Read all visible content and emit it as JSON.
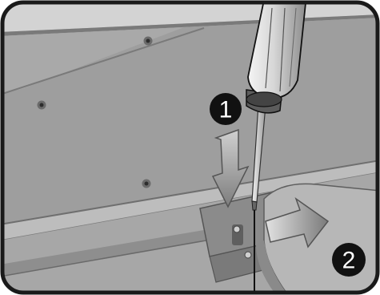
{
  "illustration": {
    "subject": "monitor-stand-removal",
    "steps": [
      {
        "number": "1",
        "action": "unscrew"
      },
      {
        "number": "2",
        "action": "slide-stand-out"
      }
    ]
  },
  "colors": {
    "frame": "#1a1a1a",
    "panel_back": "#9c9c9c",
    "panel_light": "#c6c6c6",
    "stand": "#b3b3b3",
    "arrow_gray": "#8a8a8a",
    "badge": "#111111"
  },
  "icons": [
    "screwdriver-icon",
    "down-arrow-icon",
    "right-arrow-icon"
  ]
}
